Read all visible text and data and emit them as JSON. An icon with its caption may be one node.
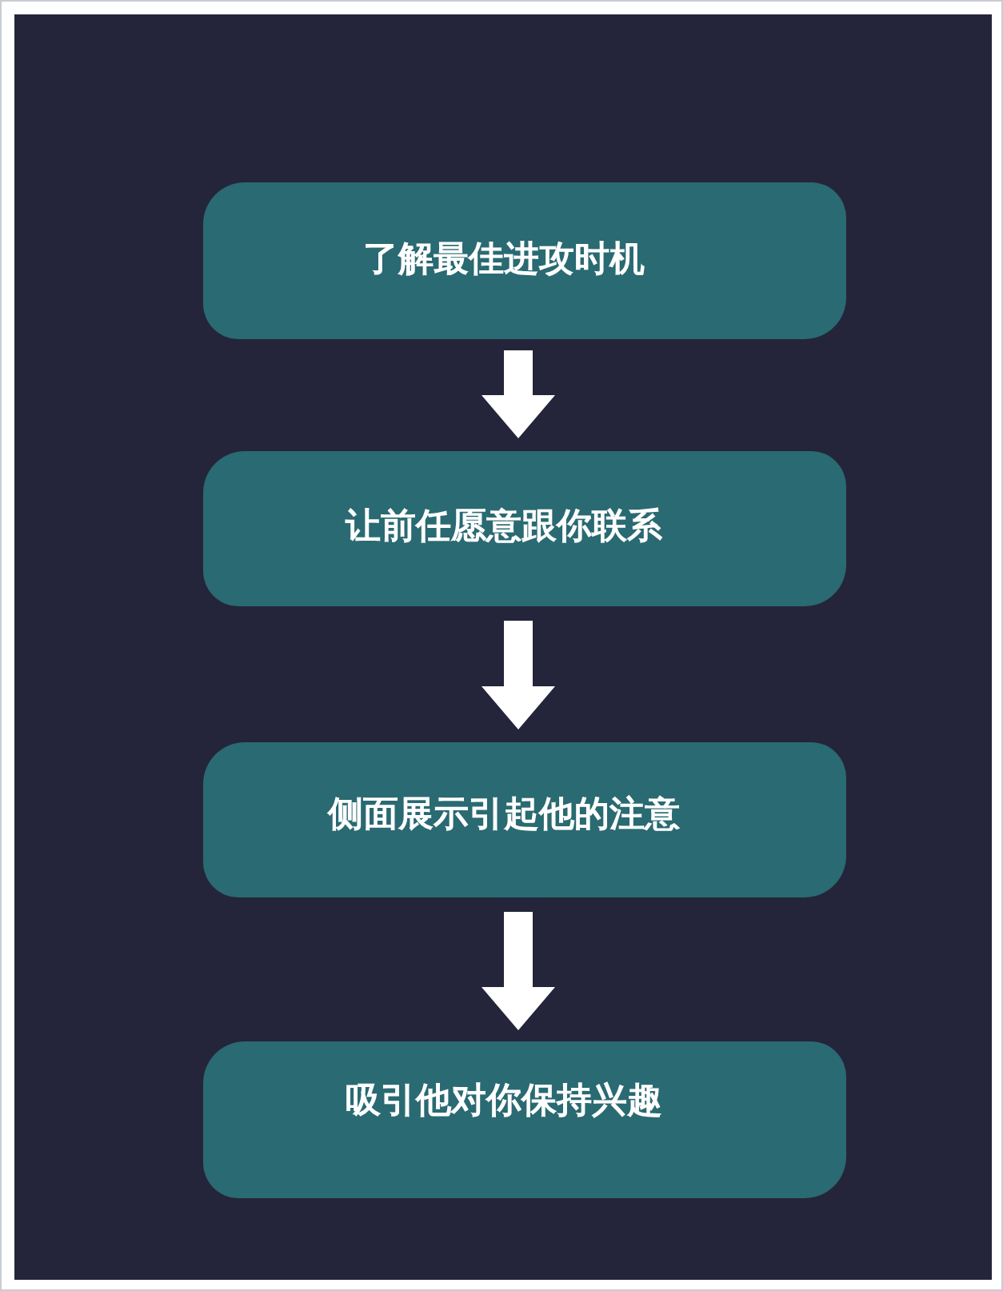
{
  "diagram": {
    "nodes": [
      {
        "text": [
          "了解最佳进攻时机"
        ]
      },
      {
        "text": [
          "让前任愿意跟你联系"
        ]
      },
      {
        "text": [
          "侧面展示引起他的注意"
        ]
      },
      {
        "text": [
          "吸引他对你保持兴趣"
        ]
      }
    ],
    "edges": [
      {
        "from": 0,
        "to": 1,
        "arrow": "to"
      },
      {
        "from": 1,
        "to": 2,
        "arrow": "to"
      },
      {
        "from": 2,
        "to": 3,
        "arrow": "to"
      }
    ]
  }
}
